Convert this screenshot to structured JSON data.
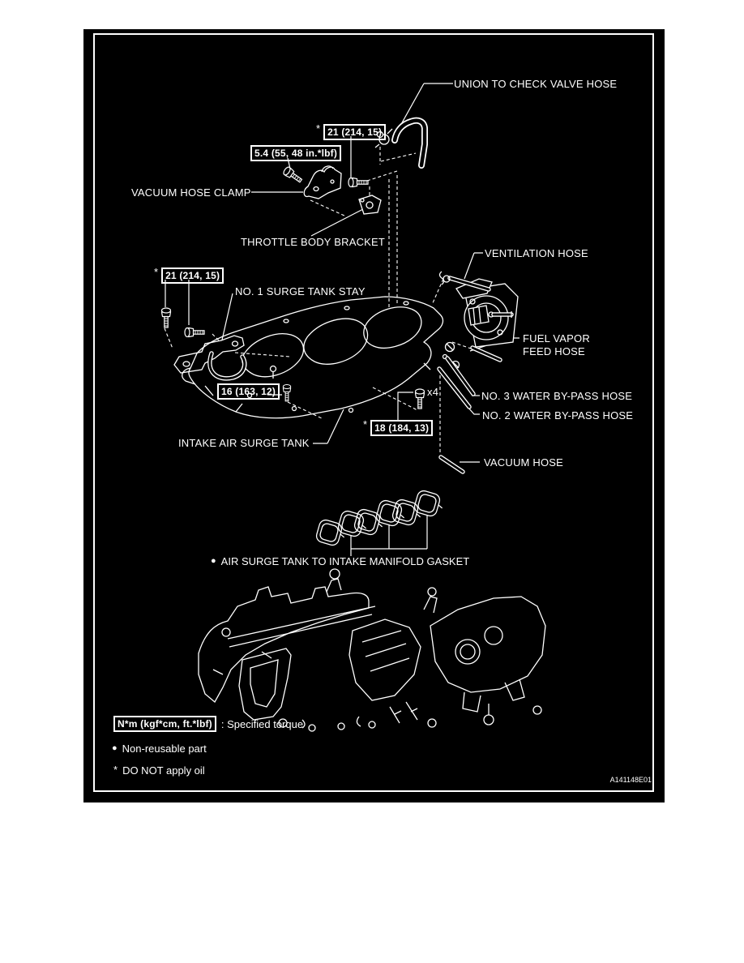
{
  "figure": {
    "id": "A141148E01",
    "colors": {
      "page_bg": "#ffffff",
      "panel_bg": "#000000",
      "line": "#ffffff"
    },
    "labels": {
      "union": "UNION TO CHECK VALVE HOSE",
      "vacuum_hose_clamp": "VACUUM HOSE CLAMP",
      "throttle_body_bracket": "THROTTLE BODY BRACKET",
      "ventilation_hose": "VENTILATION HOSE",
      "no1_stay": "NO. 1 SURGE TANK STAY",
      "fuel_vapor_line1": "FUEL VAPOR",
      "fuel_vapor_line2": "FEED HOSE",
      "no3_hose": "NO. 3 WATER BY-PASS HOSE",
      "no2_hose": "NO. 2 WATER BY-PASS HOSE",
      "intake_tank": "INTAKE AIR SURGE TANK",
      "vacuum_hose": "VACUUM HOSE",
      "gasket": "AIR SURGE TANK TO INTAKE MANIFOLD GASKET",
      "x4": "x4"
    },
    "torques": {
      "t21_top": {
        "ast": "*",
        "value": "21 (214, 15)"
      },
      "t54": {
        "value": "5.4 (55, 48 in.*lbf)"
      },
      "t21_left": {
        "ast": "*",
        "value": "21 (214, 15)"
      },
      "t16": {
        "value": "16 (163, 12)"
      },
      "t18": {
        "ast": "*",
        "value": "18 (184, 13)"
      }
    },
    "legend": {
      "torque_box": "N*m (kgf*cm, ft.*lbf)",
      "torque_suffix": ": Specified torque",
      "bullet": "●",
      "non_reusable": "Non-reusable part",
      "asterisk": "*",
      "do_not_apply_oil": "DO NOT apply oil"
    }
  }
}
